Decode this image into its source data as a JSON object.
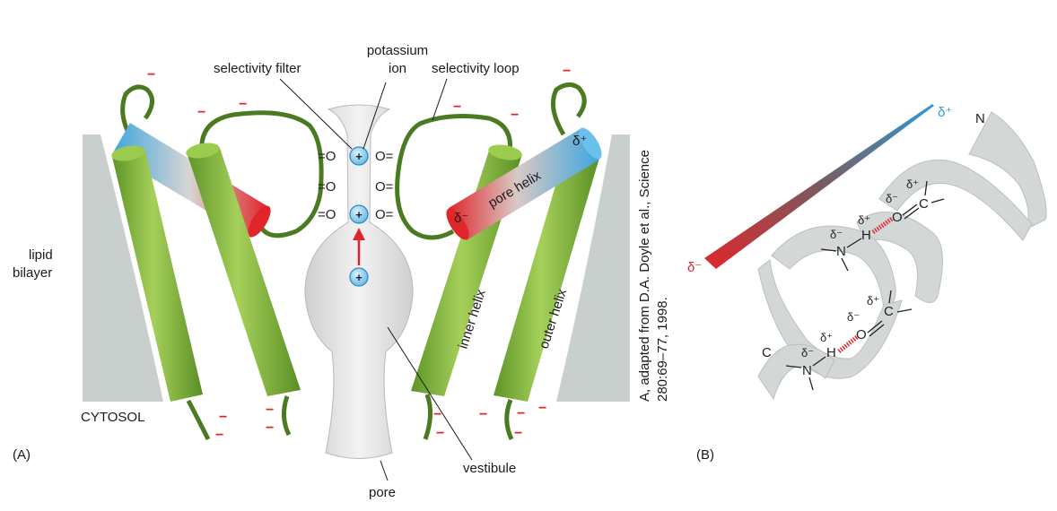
{
  "panel_a": {
    "panel_label": "(A)",
    "labels": {
      "potassium_ion": [
        "potassium",
        "ion"
      ],
      "selectivity_filter": "selectivity filter",
      "selectivity_loop": "selectivity loop",
      "lipid_bilayer": [
        "lipid",
        "bilayer"
      ],
      "cytosol": "CYTOSOL",
      "pore_helix": "pore helix",
      "inner_helix": "inner helix",
      "outer_helix": "outer helix",
      "vestibule": "vestibule",
      "pore": "pore"
    },
    "carbonyl_left": "=O",
    "carbonyl_right": "O=",
    "ion_symbol": "+",
    "minus_symbol": "−",
    "delta_minus": "δ⁻",
    "delta_plus": "δ⁺",
    "credit": [
      "A, adapted from D.A. Doyle et al., Science",
      "280:69–77, 1998."
    ]
  },
  "panel_b": {
    "panel_label": "(B)",
    "n_terminus": "N",
    "c_terminus": "C",
    "delta_plus": "δ⁺",
    "delta_minus": "δ⁻",
    "atom_n": "N",
    "atom_h": "H",
    "atom_o": "O",
    "atom_c": "C"
  },
  "colors": {
    "helix_green": "#8cbf3f",
    "membrane_gray": "#c9cfcc",
    "dipole_red": "#e0262b",
    "dipole_blue": "#2f9ad4",
    "negative_charge": "#e0262b"
  }
}
